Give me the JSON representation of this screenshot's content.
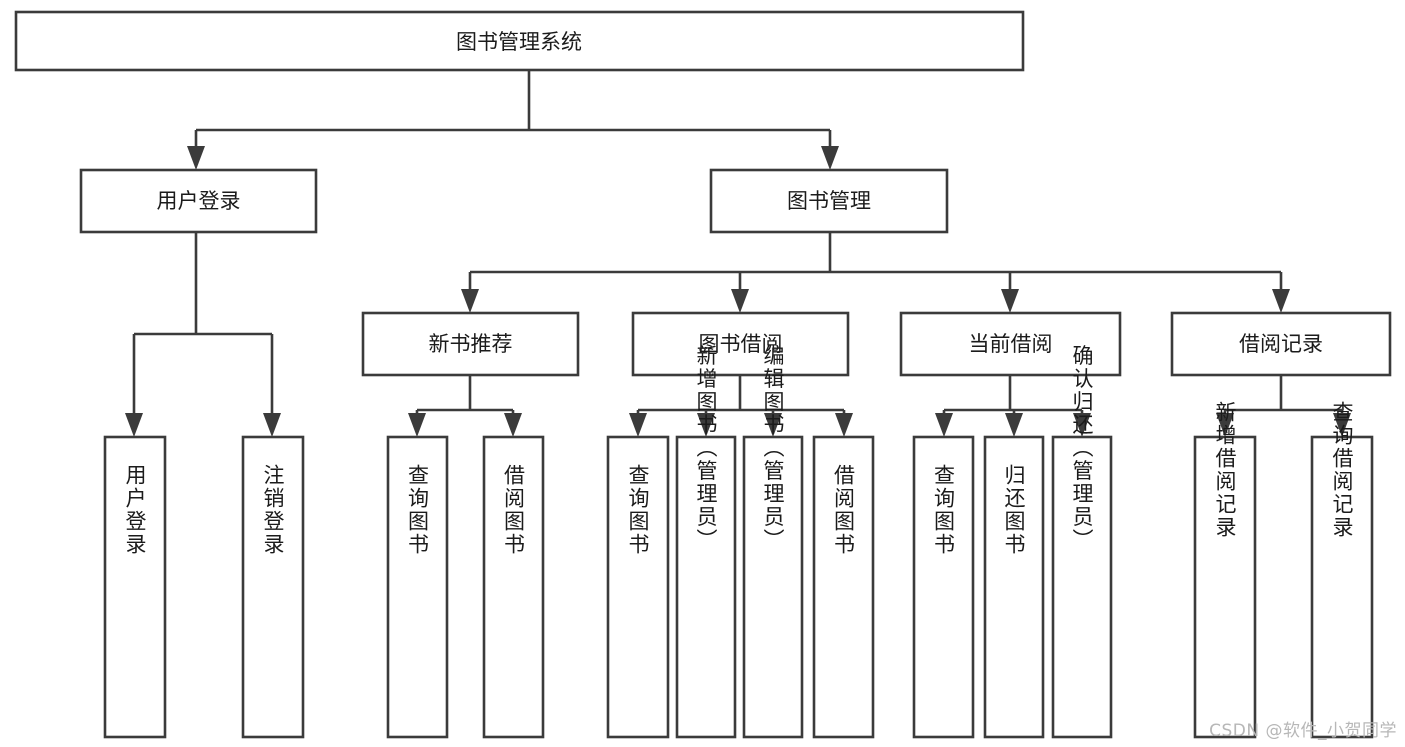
{
  "diagram": {
    "title": "图书管理系统",
    "type": "tree-hierarchy",
    "orientation": "top-down",
    "root": {
      "id": "root",
      "label": "图书管理系统"
    },
    "level2": [
      {
        "id": "user-login",
        "label": "用户登录"
      },
      {
        "id": "book-manage",
        "label": "图书管理"
      }
    ],
    "level3": [
      {
        "id": "new-book-rec",
        "label": "新书推荐",
        "parent": "book-manage"
      },
      {
        "id": "book-borrow",
        "label": "图书借阅",
        "parent": "book-manage"
      },
      {
        "id": "current-borrow",
        "label": "当前借阅",
        "parent": "book-manage"
      },
      {
        "id": "borrow-record",
        "label": "借阅记录",
        "parent": "book-manage"
      }
    ],
    "leaves": {
      "user-login": [
        {
          "id": "leaf-user-login",
          "label": "用户登录"
        },
        {
          "id": "leaf-user-logout",
          "label": "注销登录"
        }
      ],
      "new-book-rec": [
        {
          "id": "leaf-query-book-1",
          "label": "查询图书"
        },
        {
          "id": "leaf-borrow-book-1",
          "label": "借阅图书"
        }
      ],
      "book-borrow": [
        {
          "id": "leaf-query-book-2",
          "label": "查询图书"
        },
        {
          "id": "leaf-add-book",
          "label": "新增图书（管理员）"
        },
        {
          "id": "leaf-edit-book",
          "label": "编辑图书（管理员）"
        },
        {
          "id": "leaf-borrow-book-2",
          "label": "借阅图书"
        }
      ],
      "current-borrow": [
        {
          "id": "leaf-query-book-3",
          "label": "查询图书"
        },
        {
          "id": "leaf-return-book",
          "label": "归还图书"
        },
        {
          "id": "leaf-confirm-return",
          "label": "确认归还（管理员）"
        }
      ],
      "borrow-record": [
        {
          "id": "leaf-add-record",
          "label": "新增借阅记录"
        },
        {
          "id": "leaf-query-record",
          "label": "查询借阅记录"
        }
      ]
    }
  },
  "watermark": {
    "text": "CSDN @软件_小贺同学"
  },
  "colors": {
    "stroke": "#3b3b3b",
    "box_fill": "#ffffff",
    "text": "#1b1b1b",
    "background": "#ffffff",
    "watermark": "#b7b7b7"
  }
}
